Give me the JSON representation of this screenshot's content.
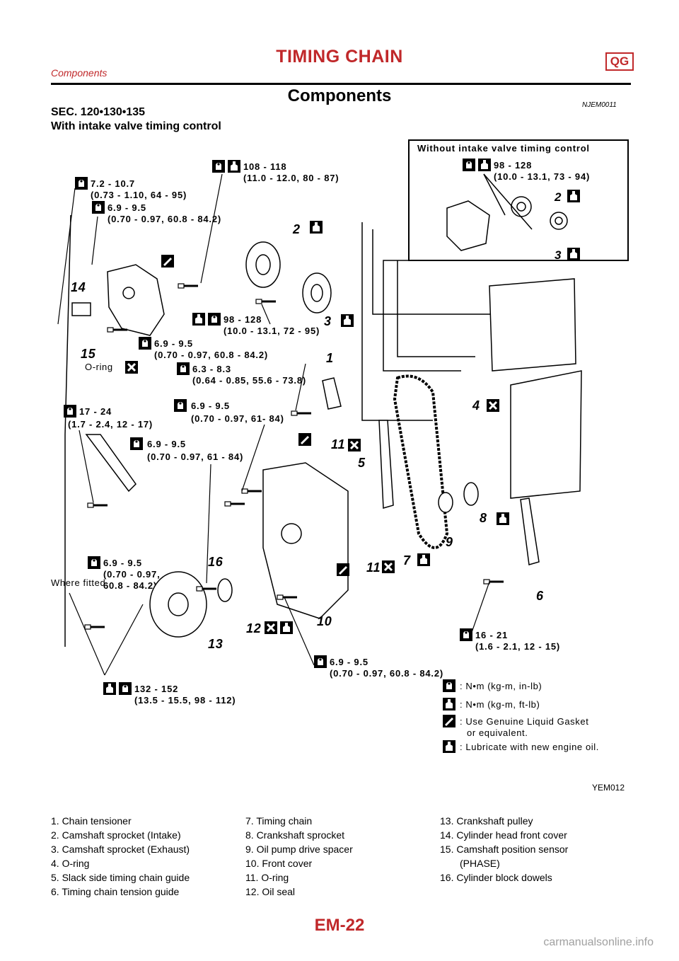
{
  "header": {
    "title": "TIMING CHAIN",
    "badge": "QG",
    "subtitle": "Components"
  },
  "section": {
    "title": "Components",
    "ref_code": "NJEM0011",
    "sec_ref": "SEC. 120•130•135",
    "variant": "With intake valve timing control"
  },
  "diagram": {
    "inset_title": "Without intake valve timing control",
    "inset_torque": [
      "98 - 128",
      "(10.0 - 13.1, 73 - 94)"
    ],
    "torques": {
      "t1": [
        "108 - 118",
        "(11.0 - 12.0, 80 - 87)"
      ],
      "t2": [
        "7.2 - 10.7",
        "(0.73 - 1.10, 64 - 95)"
      ],
      "t3": [
        "6.9 - 9.5",
        "(0.70 - 0.97, 60.8 - 84.2)"
      ],
      "t4": [
        "98 - 128",
        "(10.0 - 13.1, 72 - 95)"
      ],
      "t5": [
        "6.9 - 9.5",
        "(0.70 - 0.97, 60.8 - 84.2)"
      ],
      "t6": [
        "6.3 - 8.3",
        "(0.64 - 0.85, 55.6 - 73.8)"
      ],
      "t7": [
        "17 - 24",
        "(1.7 - 2.4, 12 - 17)"
      ],
      "t8": [
        "6.9 - 9.5",
        "(0.70 - 0.97, 61- 84)"
      ],
      "t9": [
        "6.9 - 9.5",
        "(0.70 - 0.97, 61 - 84)"
      ],
      "t10": [
        "6.9 - 9.5",
        "(0.70 - 0.97,",
        "60.8 - 84.2)"
      ],
      "t11": [
        "16 - 21",
        "(1.6 - 2.1, 12 - 15)"
      ],
      "t12": [
        "6.9 - 9.5",
        "(0.70 - 0.97, 60.8 - 84.2)"
      ],
      "t13": [
        "132 - 152",
        "(13.5 - 15.5, 98 - 112)"
      ]
    },
    "oring_label": "O-ring",
    "where_fitted": "Where fitted",
    "callouts": [
      "1",
      "2",
      "3",
      "4",
      "5",
      "6",
      "7",
      "8",
      "9",
      "10",
      "11",
      "12",
      "13",
      "14",
      "15",
      "16"
    ],
    "inset_callouts": [
      "2",
      "3"
    ],
    "key": {
      "nm_kgm_inlb": ": N•m (kg-m, in-lb)",
      "nm_kgm_ftlb": ": N•m (kg-m, ft-lb)",
      "gasket_1": ": Use Genuine Liquid Gasket",
      "gasket_2": "or equivalent.",
      "lubricate": ": Lubricate with new engine oil."
    },
    "icons": [
      "torque-wrench-icon",
      "oil-can-icon",
      "replace-part-icon",
      "liquid-gasket-icon"
    ]
  },
  "figure_id": "YEM012",
  "legend": {
    "col1": [
      "1. Chain tensioner",
      "2. Camshaft sprocket (Intake)",
      "3. Camshaft sprocket (Exhaust)",
      "4. O-ring",
      "5. Slack side timing chain guide",
      "6. Timing chain tension guide"
    ],
    "col2": [
      "7. Timing chain",
      "8. Crankshaft sprocket",
      "9. Oil pump drive spacer",
      "10. Front cover",
      "11. O-ring",
      "12. Oil seal"
    ],
    "col3_a": [
      "13. Crankshaft pulley",
      "14. Cylinder head front cover"
    ],
    "col3_b": "15. Camshaft position sensor",
    "col3_b_wrap": "(PHASE)",
    "col3_c": "16. Cylinder block dowels"
  },
  "page_number": "EM-22",
  "watermark": "carmanualsonline.info"
}
